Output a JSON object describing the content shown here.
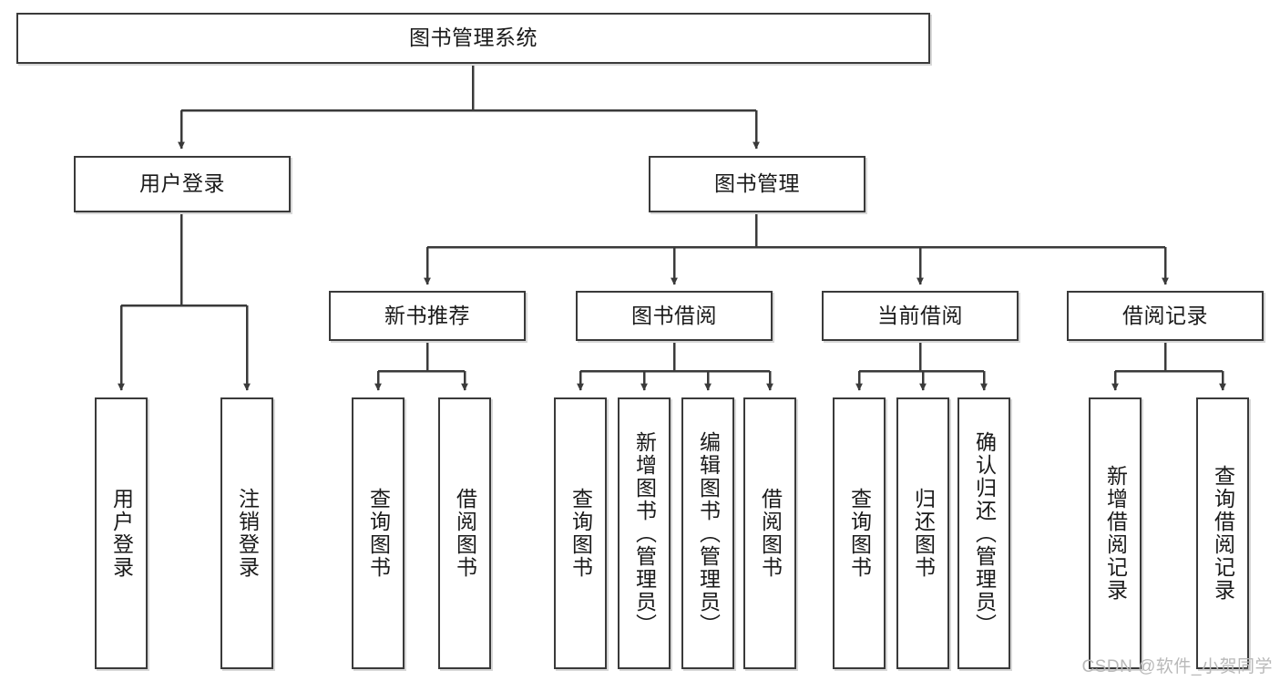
{
  "diagram": {
    "title": "图书管理系统",
    "root": {
      "label": "图书管理系统"
    },
    "level2": [
      {
        "label": "用户登录"
      },
      {
        "label": "图书管理"
      }
    ],
    "level3": [
      {
        "label": "新书推荐"
      },
      {
        "label": "图书借阅"
      },
      {
        "label": "当前借阅"
      },
      {
        "label": "借阅记录"
      }
    ],
    "leaves": {
      "user_login": [
        {
          "label": "用户登录"
        },
        {
          "label": "注销登录"
        }
      ],
      "new_book_recommend": [
        {
          "label": "查询图书"
        },
        {
          "label": "借阅图书"
        }
      ],
      "book_borrow": [
        {
          "label": "查询图书"
        },
        {
          "label": "新增图书（管理员）"
        },
        {
          "label": "编辑图书（管理员）"
        },
        {
          "label": "借阅图书"
        }
      ],
      "current_borrow": [
        {
          "label": "查询图书"
        },
        {
          "label": "归还图书"
        },
        {
          "label": "确认归还（管理员）"
        }
      ],
      "borrow_record": [
        {
          "label": "新增借阅记录"
        },
        {
          "label": "查询借阅记录"
        }
      ]
    }
  },
  "watermark": {
    "text": "CSDN @软件_小贺同学"
  },
  "colors": {
    "border": "#3a3a3a",
    "fill": "#ffffff",
    "shadow": "#d8d8d8",
    "text": "#1a1a1a",
    "watermark": "#b9b9b9"
  }
}
